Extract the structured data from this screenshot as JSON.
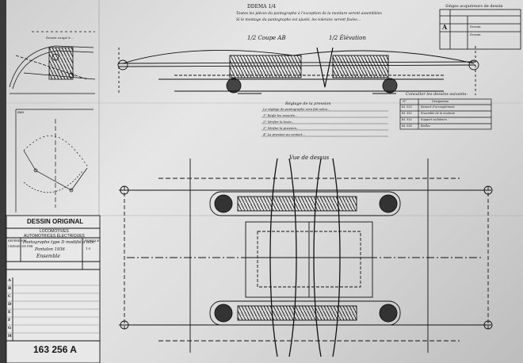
{
  "header": {
    "sheet_code": "DDEMA 1/4",
    "note_line_1": "Toutes les pièces du pantographe à l'exception de la monture seront assemblées",
    "note_line_2": "Si le montage du pantographe est ajusté, les toleranc seront fixées..."
  },
  "views": {
    "section": "1/2 Coupe AB",
    "elevation": "1/2 Élévation",
    "plan": "Vue de dessus"
  },
  "side_callouts": {
    "top_left": "Dessin coupé à ...",
    "small_label": "Bâti"
  },
  "revisions": {
    "title": "Sièges acquéreurs de dessin",
    "row_letter": "A",
    "entries": [
      "Dessin",
      "Dessin"
    ]
  },
  "notes_block": {
    "title": "Réglage de la pression",
    "lines": [
      "Le réglage du pantographe sera fait selon...",
      "1° Réglé les ressorts...",
      "2° Vérifier la levée...",
      "3° Vérifier la pression...",
      "4° La pression au contact..."
    ]
  },
  "drawings_list": {
    "title": "Consulter les dessins suivants:",
    "headers": [
      "N°",
      "Désignation"
    ],
    "rows": [
      [
        "84.513",
        "Ressort d'accouplement"
      ],
      [
        "84.522",
        "Ensemble de la monture"
      ],
      [
        "84.514",
        "Support isolateurs"
      ],
      [
        "84.518",
        "Bielles"
      ]
    ]
  },
  "title_block": {
    "heading": "DESSIN ORIGINAL",
    "company_1": "LOCOMOTIVES",
    "company_2": "AUTOMOTRICES ÉLECTRIQUES",
    "title_1": "Pantographe type D modifié à bloc",
    "title_2": "Pantalon 1936",
    "title_3": "Ensemble",
    "drawing_number": "163 256 A",
    "row_letters": [
      "A",
      "B",
      "C",
      "D",
      "E",
      "F",
      "G",
      "H"
    ],
    "left_small_1": "RÉFÉRENCE",
    "left_small_2": "CHEMIN DE FER",
    "right_small_1": "ÉCHELLE",
    "right_small_2": "1:5"
  }
}
